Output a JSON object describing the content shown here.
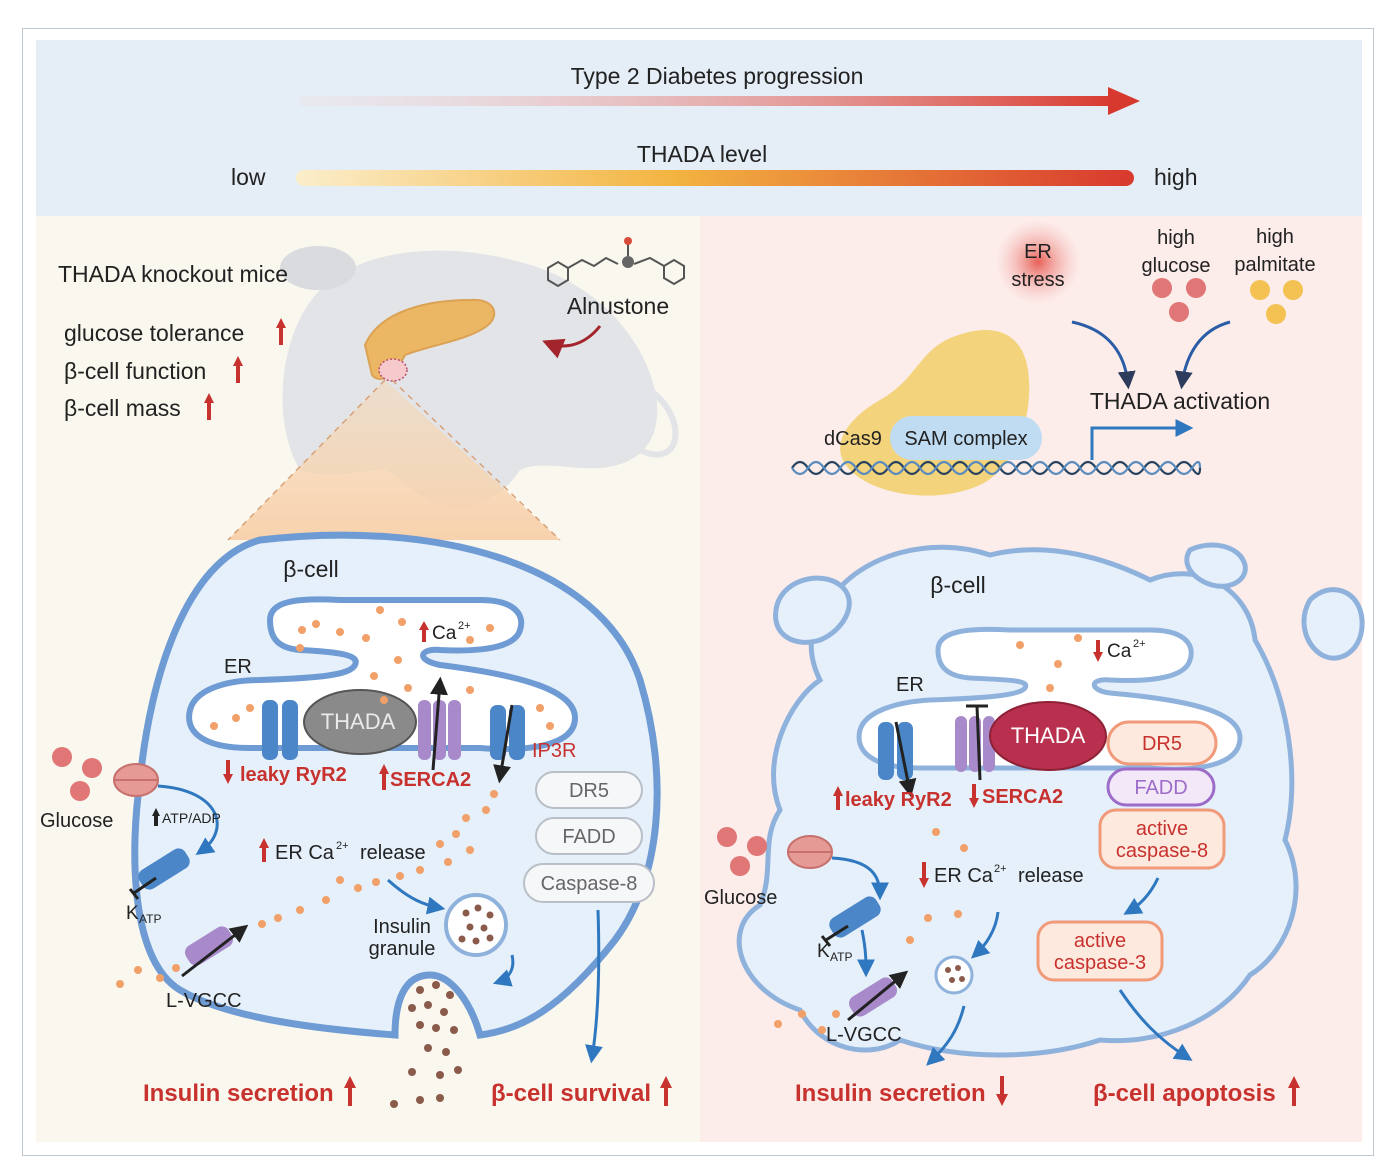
{
  "header": {
    "progression_label": "Type 2 Diabetes progression",
    "thada_level_label": "THADA level",
    "low_label": "low",
    "high_label": "high"
  },
  "left": {
    "mice_title": "THADA knockout mice",
    "effects": [
      "glucose tolerance",
      "β-cell function",
      "β-cell mass"
    ],
    "compound": "Alnustone",
    "cell_label": "β-cell",
    "er_label": "ER",
    "ca_label": "Ca",
    "ca_sup": "2+",
    "thada": "THADA",
    "leaky_ryr2": "leaky RyR2",
    "serca2": "SERCA2",
    "ip3r": "IP3R",
    "receptors": [
      "DR5",
      "FADD",
      "Caspase-8"
    ],
    "glucose": "Glucose",
    "atp_adp": "ATP/ADP",
    "er_release_prefix": "ER Ca",
    "er_release_sup": "2+",
    "er_release_suffix": "release",
    "granule_line1": "Insulin",
    "granule_line2": "granule",
    "katp_main": "K",
    "katp_sub": "ATP",
    "lvgcc": "L-VGCC",
    "insulin_secretion": "Insulin secretion",
    "survival": "β-cell survival"
  },
  "right": {
    "er_stress_line1": "ER",
    "er_stress_line2": "stress",
    "high_glucose_line1": "high",
    "high_glucose_line2": "glucose",
    "high_palmitate_line1": "high",
    "high_palmitate_line2": "palmitate",
    "dcas9": "dCas9",
    "sam_complex": "SAM complex",
    "activation": "THADA activation",
    "cell_label": "β-cell",
    "er_label": "ER",
    "ca_label": "Ca",
    "ca_sup": "2+",
    "thada": "THADA",
    "dr5": "DR5",
    "fadd": "FADD",
    "active_caspase8_line1": "active",
    "active_caspase8_line2": "caspase-8",
    "active_caspase3_line1": "active",
    "active_caspase3_line2": "caspase-3",
    "leaky_ryr2": "leaky RyR2",
    "serca2": "SERCA2",
    "glucose": "Glucose",
    "er_release_prefix": "ER Ca",
    "er_release_sup": "2+",
    "er_release_suffix": "release",
    "katp_main": "K",
    "katp_sub": "ATP",
    "lvgcc": "L-VGCC",
    "insulin_secretion": "Insulin secretion",
    "apoptosis": "β-cell apoptosis"
  },
  "colors": {
    "header_bg": "#e5eef6",
    "left_bg": "#faf7ee",
    "right_bg": "#fcecea",
    "red_text": "#c8322e",
    "cell_membrane": "#6f9bd4",
    "cell_fill": "#e6f0fb",
    "thada_grey": "#8a8a8a",
    "thada_red": "#b8304e",
    "arrow_blue": "#2f78c0"
  }
}
